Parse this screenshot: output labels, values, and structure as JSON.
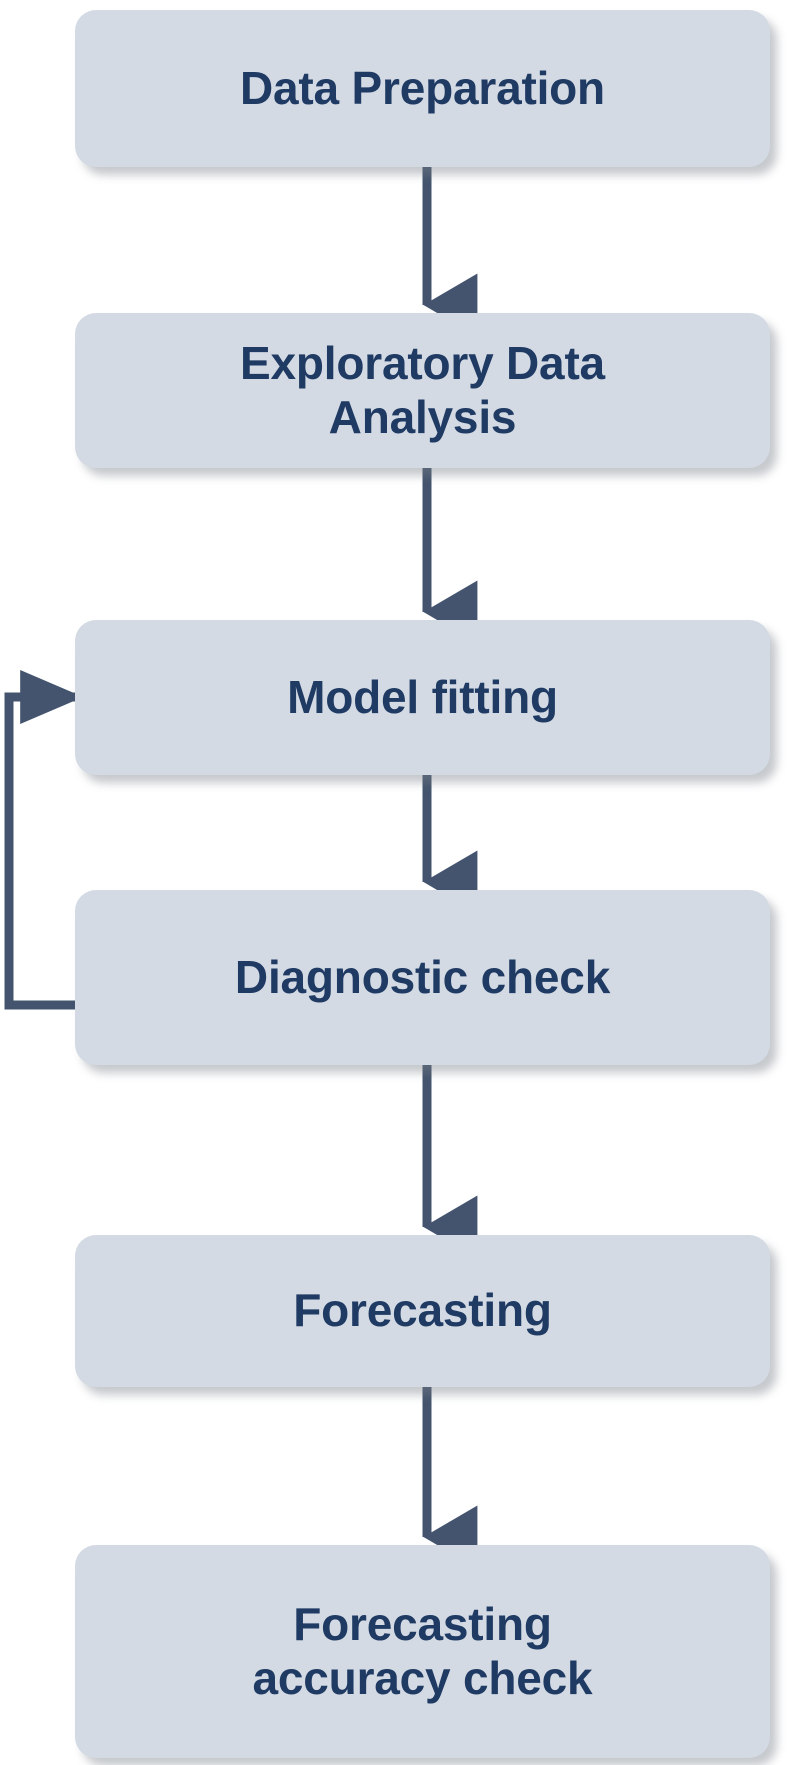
{
  "diagram": {
    "type": "flowchart",
    "orientation": "vertical",
    "colors": {
      "node_fill": "#d3dae4",
      "node_text": "#1f3a63",
      "connector": "#44546e",
      "background": "#ffffff"
    },
    "nodes": [
      {
        "id": "data-preparation",
        "label": "Data Preparation"
      },
      {
        "id": "exploratory-data-analysis",
        "label": "Exploratory Data\nAnalysis"
      },
      {
        "id": "model-fitting",
        "label": "Model fitting"
      },
      {
        "id": "diagnostic-check",
        "label": "Diagnostic check"
      },
      {
        "id": "forecasting",
        "label": "Forecasting"
      },
      {
        "id": "forecasting-accuracy-check",
        "label": "Forecasting\naccuracy check"
      }
    ],
    "edges": [
      {
        "from": "data-preparation",
        "to": "exploratory-data-analysis",
        "kind": "straight-down",
        "label": ""
      },
      {
        "from": "exploratory-data-analysis",
        "to": "model-fitting",
        "kind": "straight-down",
        "label": ""
      },
      {
        "from": "model-fitting",
        "to": "diagnostic-check",
        "kind": "straight-down",
        "label": ""
      },
      {
        "from": "diagnostic-check",
        "to": "model-fitting",
        "kind": "feedback-loop-left",
        "label": ""
      },
      {
        "from": "diagnostic-check",
        "to": "forecasting",
        "kind": "straight-down",
        "label": ""
      },
      {
        "from": "forecasting",
        "to": "forecasting-accuracy-check",
        "kind": "straight-down",
        "label": ""
      }
    ]
  }
}
